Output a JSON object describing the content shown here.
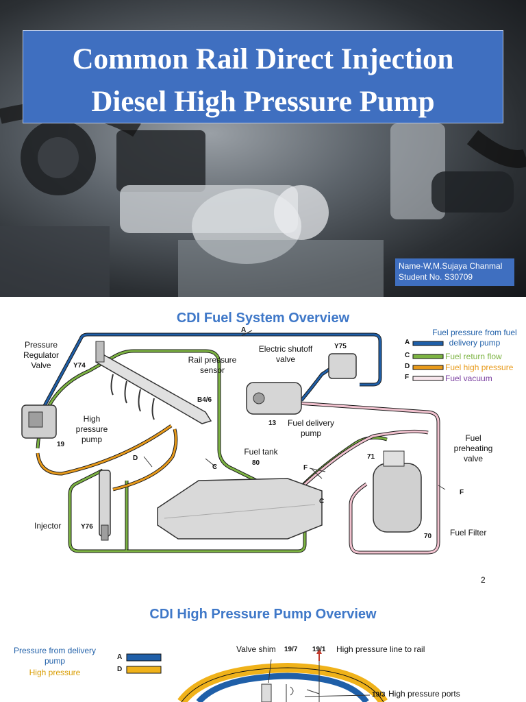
{
  "slide1": {
    "title_line1": "Common Rail Direct Injection",
    "title_line2": "Diesel High Pressure Pump",
    "name": "Name-W,M.Sujaya Chanmal",
    "student": "Student No. S30709"
  },
  "slide2": {
    "title": "CDI Fuel System Overview",
    "page_number": "2",
    "labels": {
      "pressure_regulator": "Pressure Regulator Valve",
      "high_pressure_pump": "High pressure pump",
      "rail_pressure_sensor": "Rail pressure sensor",
      "electric_shutoff": "Electric shutoff valve",
      "fuel_delivery_pump": "Fuel delivery pump",
      "fuel_tank": "Fuel tank",
      "fuel_preheating": "Fuel preheating valve",
      "injector": "Injector",
      "fuel_filter": "Fuel Filter"
    },
    "codes": {
      "y74": "Y74",
      "y75": "Y75",
      "y76": "Y76",
      "b46": "B4/6",
      "n13": "13",
      "n19": "19",
      "n80": "80",
      "n71": "71",
      "n70": "70",
      "a": "A",
      "c1": "C",
      "c2": "C",
      "d": "D",
      "f1": "F",
      "f2": "F"
    },
    "legend": [
      {
        "key": "A",
        "text": "Fuel pressure from fuel delivery pump",
        "color": "#1f5fa8"
      },
      {
        "key": "C",
        "text": "Fuel return flow",
        "color": "#7cb342"
      },
      {
        "key": "D",
        "text": "Fuel high pressure",
        "color": "#e89a1a"
      },
      {
        "key": "F",
        "text": "Fuel vacuum",
        "color": "#7a3fa0"
      }
    ]
  },
  "slide3": {
    "title": "CDI High Pressure Pump Overview",
    "legend_a_text": "Pressure from delivery pump",
    "legend_d_text": "High pressure",
    "legend_a_key": "A",
    "legend_d_key": "D",
    "valve_shim": "Valve shim",
    "code_197": "19/7",
    "code_191": "19/1",
    "line_to_rail": "High pressure line to rail",
    "code_193": "19/3",
    "hp_ports": "High pressure ports",
    "colors": {
      "a": "#1f5fa8",
      "d": "#f0b21a"
    }
  }
}
